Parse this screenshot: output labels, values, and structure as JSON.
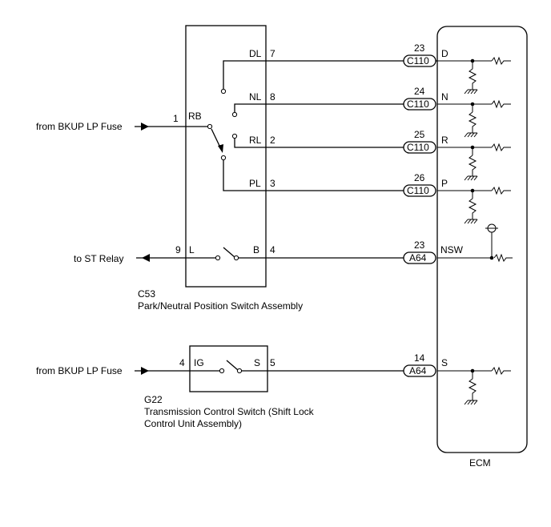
{
  "inputs": {
    "bkup_fuse_top": "from BKUP LP Fuse",
    "st_relay": "to ST Relay",
    "bkup_fuse_bottom": "from BKUP LP Fuse"
  },
  "c53": {
    "code": "C53",
    "name": "Park/Neutral Position Switch Assembly",
    "pin_rb_num": "1",
    "pin_rb": "RB",
    "pin_dl": "DL",
    "pin_dl_num": "7",
    "pin_nl": "NL",
    "pin_nl_num": "8",
    "pin_rl": "RL",
    "pin_rl_num": "2",
    "pin_pl": "PL",
    "pin_pl_num": "3",
    "pin_l_num": "9",
    "pin_l": "L",
    "pin_b": "B",
    "pin_b_num": "4"
  },
  "g22": {
    "code": "G22",
    "name_line1": "Transmission Control Switch (Shift Lock",
    "name_line2": "Control Unit Assembly)",
    "pin_ig_num": "4",
    "pin_ig": "IG",
    "pin_s": "S",
    "pin_s_num": "5"
  },
  "connectors": {
    "d": {
      "pin": "23",
      "code": "C110",
      "terminal": "D"
    },
    "n": {
      "pin": "24",
      "code": "C110",
      "terminal": "N"
    },
    "r": {
      "pin": "25",
      "code": "C110",
      "terminal": "R"
    },
    "p": {
      "pin": "26",
      "code": "C110",
      "terminal": "P"
    },
    "nsw": {
      "pin": "23",
      "code": "A64",
      "terminal": "NSW"
    },
    "s": {
      "pin": "14",
      "code": "A64",
      "terminal": "S"
    }
  },
  "ecm": {
    "label": "ECM"
  }
}
